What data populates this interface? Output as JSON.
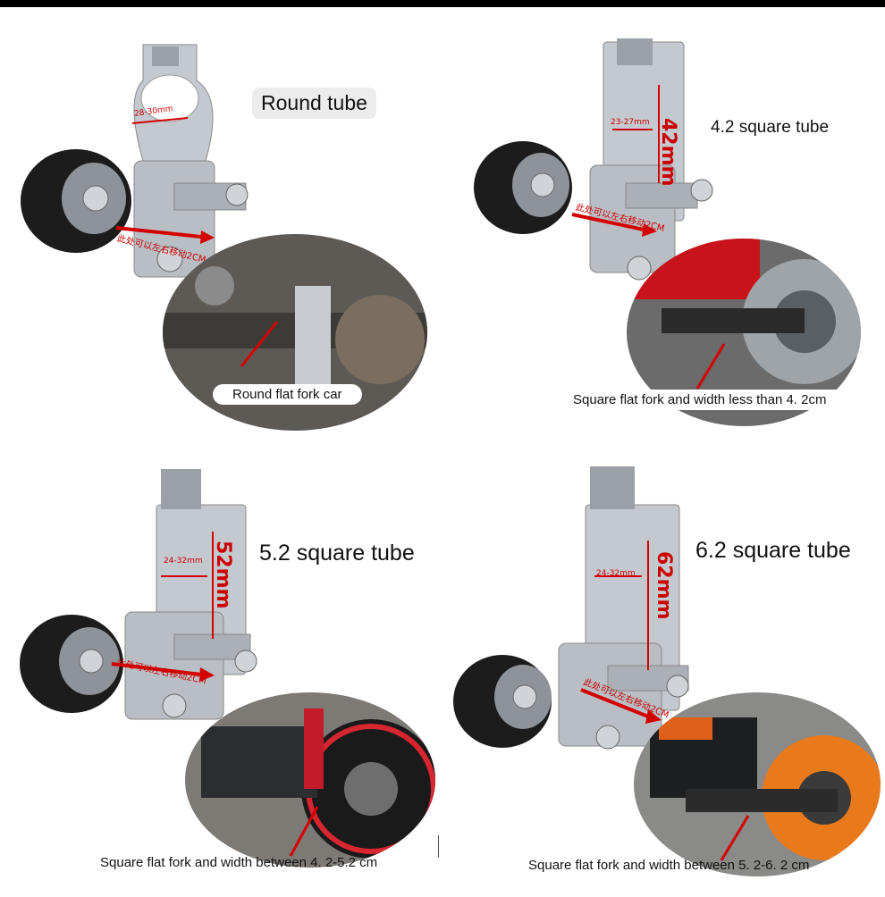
{
  "panels": [
    {
      "title": "Round tube",
      "range": "28-30mm",
      "adjust_note": "此处可以左右移动2CM",
      "caption": "Round flat fork car"
    },
    {
      "title": "4.2 square tube",
      "range": "23-27mm",
      "dimension": "42mm",
      "adjust_note": "此处可以左右移动2CM",
      "caption": "Square flat fork and width less than 4. 2cm"
    },
    {
      "title": "5.2 square tube",
      "range": "24-32mm",
      "dimension": "52mm",
      "adjust_note": "此处可以左右移动2CM",
      "caption": "Square flat fork and width between 4. 2-5.2 cm"
    },
    {
      "title": "6.2 square tube",
      "range": "24-32mm",
      "dimension": "62mm",
      "adjust_note": "此处可以左右移动2CM",
      "caption": "Square flat fork and width between 5. 2-6. 2 cm"
    }
  ],
  "colors": {
    "metal": "#b9bec4",
    "roller": "#1c1c1c",
    "annotation": "#d40000"
  }
}
